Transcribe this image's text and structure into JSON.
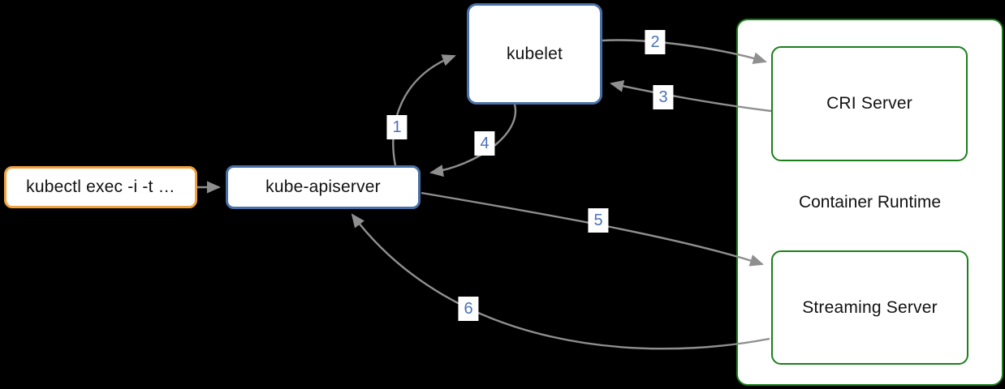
{
  "diagram": {
    "background_color": "#000000",
    "node_fill_color": "#ffffff",
    "arrow_color": "#8f8f8f",
    "step_label_text_color": "#4a72b8",
    "border_colors": {
      "command_box": "#f2a23d",
      "kubernetes_boxes": "#4a70a8",
      "runtime_boxes": "#1b801b"
    },
    "nodes": {
      "kubectl": {
        "label": "kubectl exec -i -t …"
      },
      "kube_apiserver": {
        "label": "kube-apiserver"
      },
      "kubelet": {
        "label": "kubelet"
      },
      "container_runtime": {
        "label": "Container Runtime"
      },
      "cri_server": {
        "label": "CRI Server"
      },
      "streaming_server": {
        "label": "Streaming Server"
      }
    },
    "edges": [
      {
        "step": "1",
        "from": "kube-apiserver",
        "to": "kubelet"
      },
      {
        "step": "2",
        "from": "kubelet",
        "to": "CRI Server"
      },
      {
        "step": "3",
        "from": "CRI Server",
        "to": "kubelet"
      },
      {
        "step": "4",
        "from": "kubelet",
        "to": "kube-apiserver"
      },
      {
        "step": "5",
        "from": "kube-apiserver",
        "to": "Streaming Server"
      },
      {
        "step": "6",
        "from": "Streaming Server",
        "to": "kube-apiserver"
      },
      {
        "step": "",
        "from": "kubectl exec -i -t …",
        "to": "kube-apiserver"
      }
    ]
  }
}
